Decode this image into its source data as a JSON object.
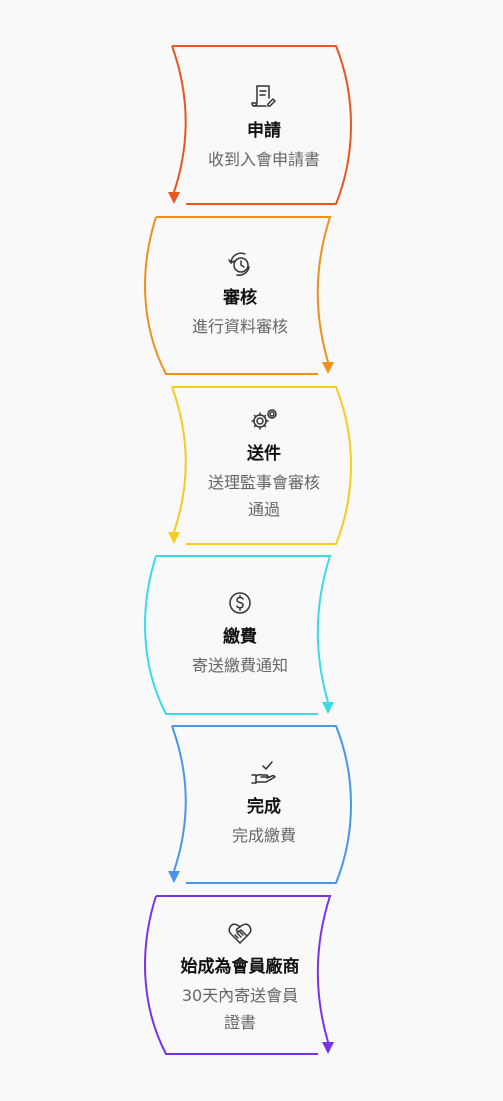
{
  "steps": [
    {
      "title": "申請",
      "desc": "收到入會申請書",
      "color": "#e8571f",
      "icon": "document-pen-icon",
      "arrow": "left"
    },
    {
      "title": "審核",
      "desc": "進行資料審核",
      "color": "#f08f1a",
      "icon": "clock-cycle-icon",
      "arrow": "right"
    },
    {
      "title": "送件",
      "desc": "送理監事會審核通過",
      "desc_lines": [
        "送理監事會審核",
        "通過"
      ],
      "color": "#f5cc1f",
      "icon": "gears-icon",
      "arrow": "left"
    },
    {
      "title": "繳費",
      "desc": "寄送繳費通知",
      "color": "#3bdbe6",
      "icon": "dollar-coin-icon",
      "arrow": "right"
    },
    {
      "title": "完成",
      "desc": "完成繳費",
      "color": "#4a95ec",
      "icon": "hand-check-icon",
      "arrow": "left"
    },
    {
      "title": "始成為會員廠商",
      "desc": "30天內寄送會員證書",
      "desc_lines": [
        "30天內寄送會員",
        "證書"
      ],
      "color": "#7a32e8",
      "icon": "handshake-icon",
      "arrow": "right"
    }
  ]
}
